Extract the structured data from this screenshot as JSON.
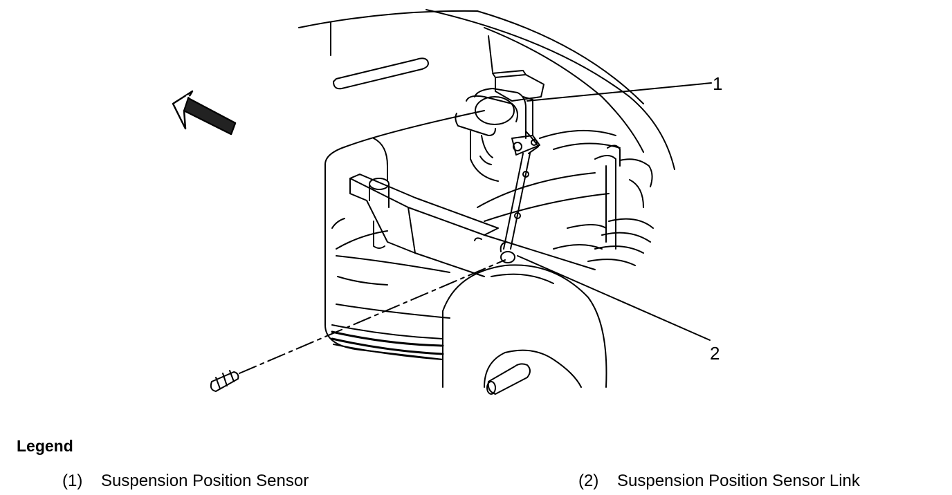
{
  "callouts": {
    "c1": "1",
    "c2": "2"
  },
  "legend": {
    "title": "Legend",
    "items": [
      {
        "number": "(1)",
        "label": "Suspension Position Sensor"
      },
      {
        "number": "(2)",
        "label": "Suspension Position Sensor Link"
      }
    ]
  },
  "icons": {
    "direction_arrow": "forward-arrow-icon"
  }
}
